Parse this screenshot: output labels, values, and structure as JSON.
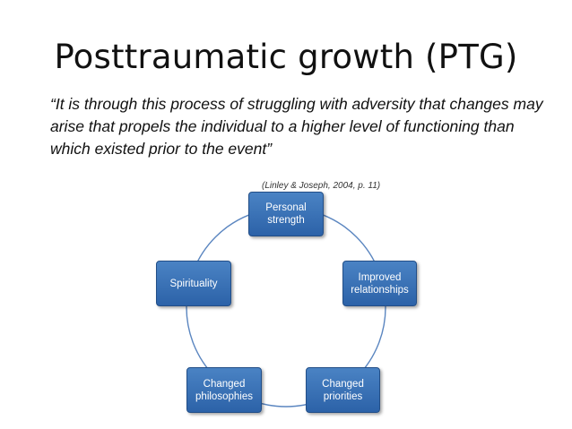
{
  "slide": {
    "title": "Posttraumatic growth (PTG)",
    "quote": "“It is through this process of struggling with adversity that changes may arise that propels the individual to a higher level of functioning than which existed prior to the event”",
    "citation": "(Linley & Joseph, 2004, p. 11)"
  },
  "cycle": {
    "nodes": [
      {
        "label": "Personal\nstrength"
      },
      {
        "label": "Improved\nrelationships"
      },
      {
        "label": "Changed\npriorities"
      },
      {
        "label": "Changed\nphilosophies"
      },
      {
        "label": "Spirituality"
      }
    ],
    "colors": {
      "node_fill": "#3a73b8",
      "node_border": "#224e87",
      "connector": "#5b86c0",
      "text": "#ffffff"
    }
  }
}
